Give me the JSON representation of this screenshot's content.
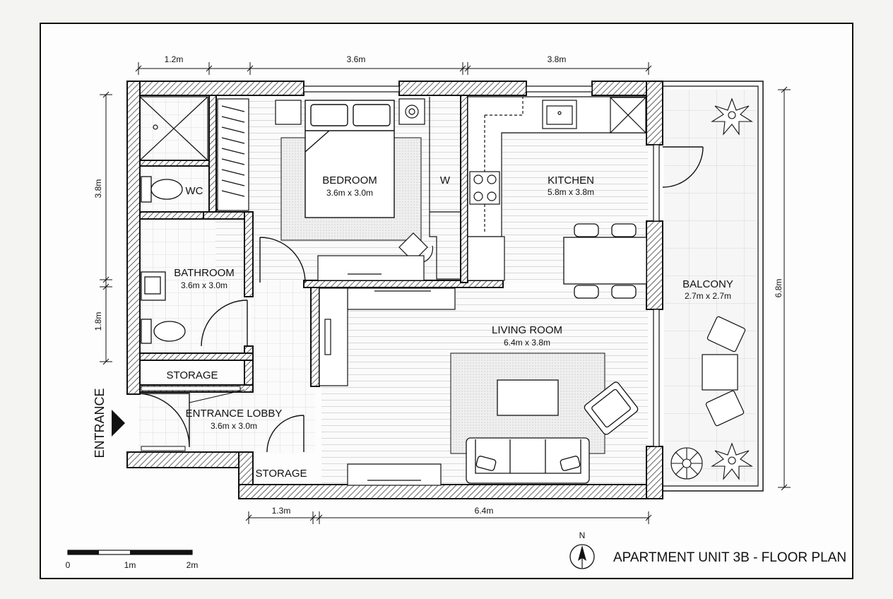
{
  "title": "APARTMENT UNIT 3B - FLOOR PLAN",
  "north": "N",
  "entrance": "ENTRANCE",
  "rooms": {
    "bedroom": {
      "name": "BEDROOM",
      "size": "3.6m x 3.0m"
    },
    "kitchen": {
      "name": "KITCHEN",
      "size": "5.8m x 3.8m"
    },
    "wardrobe": {
      "name": "W"
    },
    "wc": {
      "name": "WC"
    },
    "bathroom": {
      "name": "BATHROOM",
      "size": "3.6m x 3.0m"
    },
    "living": {
      "name": "LIVING ROOM",
      "size": "6.4m x 3.8m"
    },
    "balcony": {
      "name": "BALCONY",
      "size": "2.7m x 2.7m"
    },
    "storage1": {
      "name": "STORAGE"
    },
    "lobby": {
      "name": "ENTRANCE LOBBY",
      "size": "3.6m x 3.0m"
    },
    "storage2": {
      "name": "STORAGE"
    }
  },
  "dimensions": {
    "top": [
      "1.2m",
      "3.6m",
      "3.8m"
    ],
    "bottom": [
      "1.3m",
      "6.4m"
    ],
    "left": [
      "3.8m",
      "1.8m"
    ],
    "right": "6.8m"
  },
  "scale": {
    "labels": [
      "0",
      "1m",
      "2m"
    ]
  }
}
